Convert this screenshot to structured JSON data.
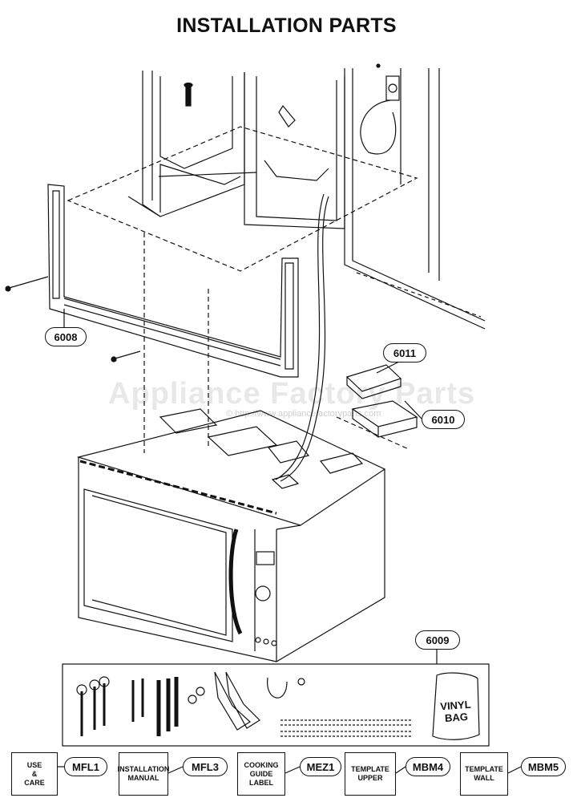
{
  "title": "INSTALLATION PARTS",
  "watermark": {
    "main": "Appliance Factory Parts",
    "sub": "© http://www.appliancefactoryparts.com"
  },
  "callouts": {
    "mounting_plate": "6008",
    "hardware_kit": "6009",
    "damper_box": "6010",
    "damper_cover": "6011"
  },
  "vinyl_bag": "VINYL\nBAG",
  "documents": [
    {
      "label": "USE\n&\nCARE",
      "code": "MFL1"
    },
    {
      "label": "INSTALLATION\nMANUAL",
      "code": "MFL3"
    },
    {
      "label": "COOKING\nGUIDE\nLABEL",
      "code": "MEZ1"
    },
    {
      "label": "TEMPLATE\nUPPER",
      "code": "MBM4"
    },
    {
      "label": "TEMPLATE\nWALL",
      "code": "MBM5"
    }
  ]
}
